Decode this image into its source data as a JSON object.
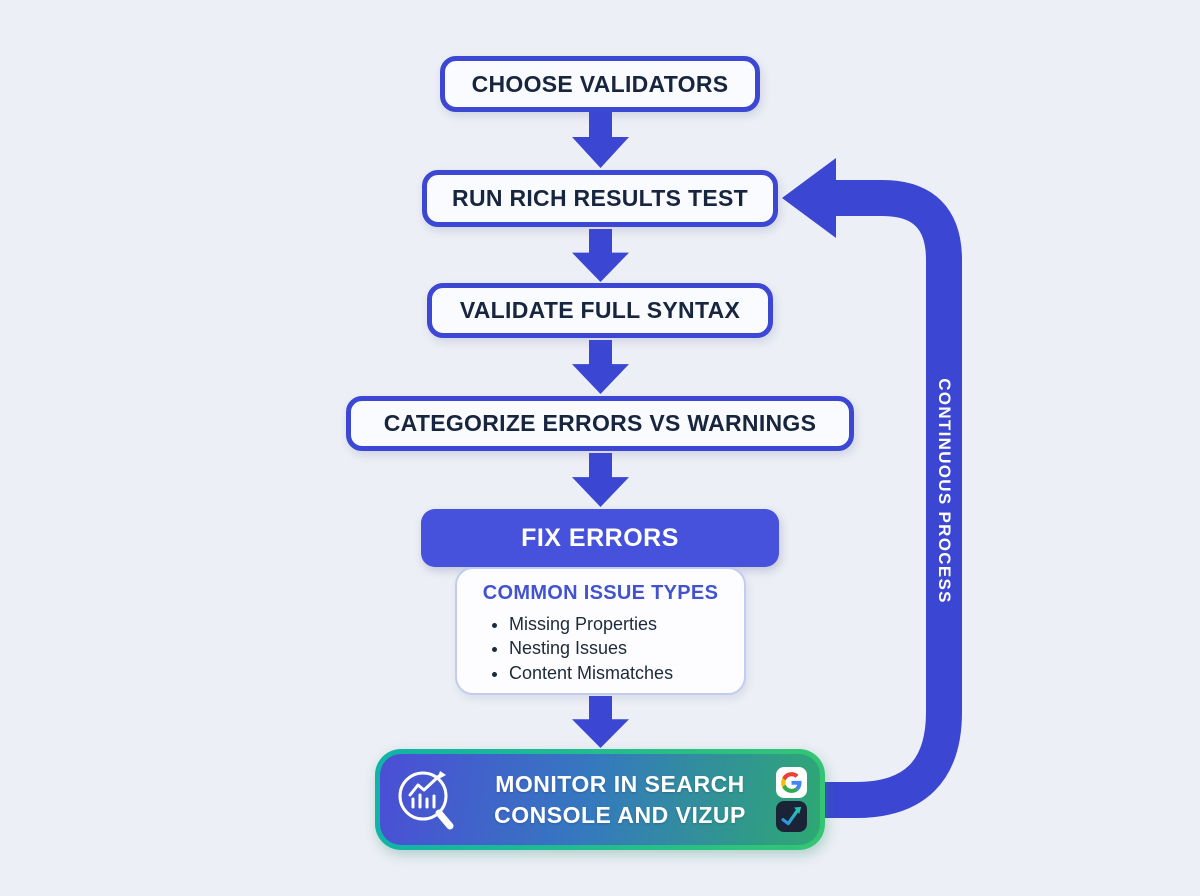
{
  "page": {
    "background_color": "#ECEFF5",
    "accent_blue": "#3C47D4",
    "accent_green": "#35C572",
    "accent_teal": "#10B3A8"
  },
  "flow": {
    "steps": [
      {
        "id": "choose-validators",
        "label": "CHOOSE VALIDATORS",
        "style": "outlined"
      },
      {
        "id": "run-rich-results-test",
        "label": "RUN RICH RESULTS TEST",
        "style": "outlined"
      },
      {
        "id": "validate-full-syntax",
        "label": "VALIDATE FULL SYNTAX",
        "style": "outlined"
      },
      {
        "id": "categorize-errors-vs-warnings",
        "label": "CATEGORIZE ERRORS VS WARNINGS",
        "style": "outlined"
      },
      {
        "id": "fix-errors",
        "label": "FIX ERRORS",
        "style": "filled-blue"
      }
    ],
    "common_issues": {
      "title": "COMMON ISSUE TYPES",
      "items": [
        "Missing Properties",
        "Nesting Issues",
        "Content Mismatches"
      ]
    },
    "final_step": {
      "label_line1": "MONITOR IN SEARCH",
      "label_line2": "CONSOLE AND VIZUP",
      "icons": [
        "magnifier-chart-icon",
        "google-icon",
        "vizup-icon"
      ]
    },
    "loop_label": "CONTINUOUS PROCESS"
  }
}
